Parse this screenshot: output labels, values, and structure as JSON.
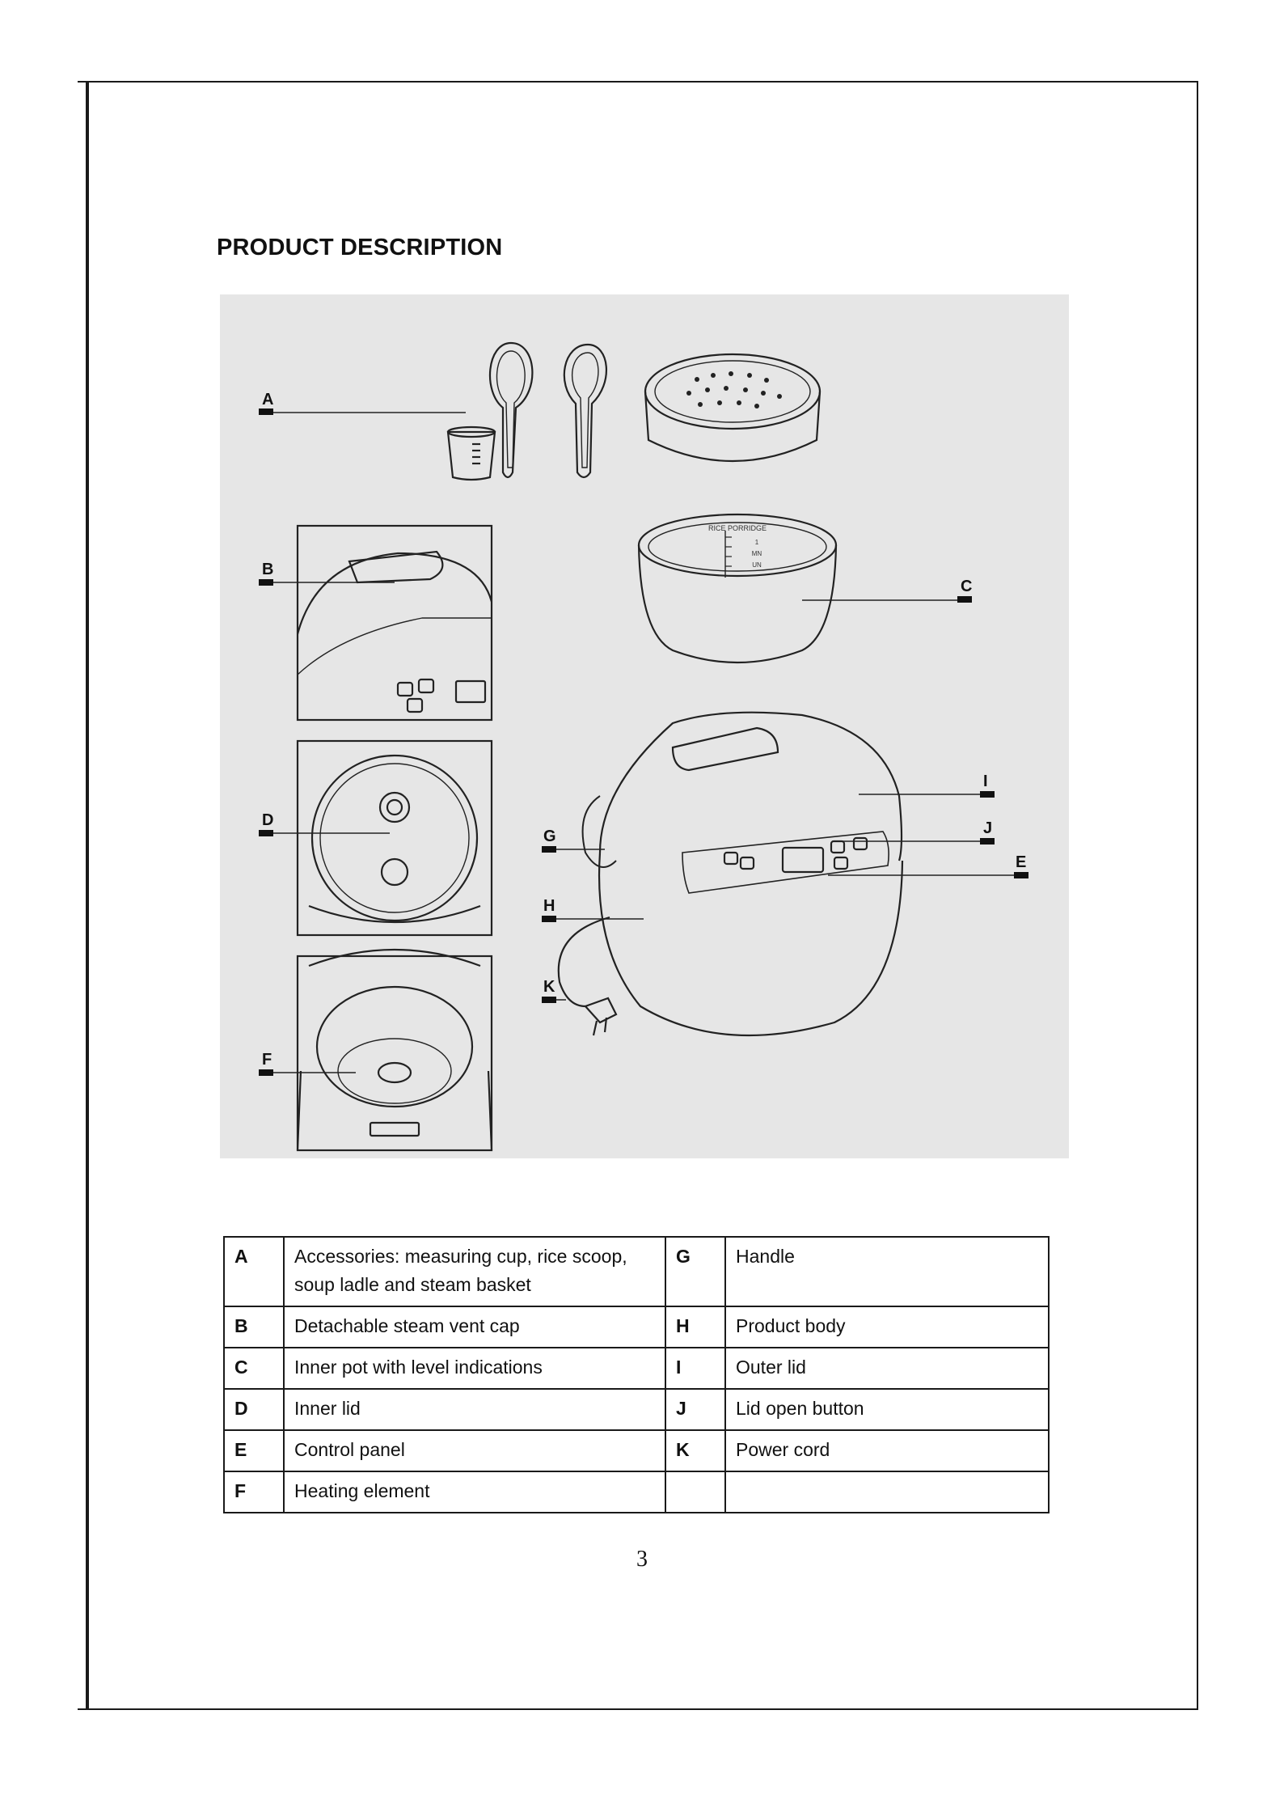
{
  "heading": "PRODUCT DESCRIPTION",
  "figure": {
    "callouts": [
      "A",
      "B",
      "C",
      "D",
      "E",
      "F",
      "G",
      "H",
      "I",
      "J",
      "K"
    ],
    "pot_markings": {
      "header": "RICE PORRIDGE",
      "side_labels": [
        "1",
        "MN",
        "UN"
      ]
    }
  },
  "parts": [
    {
      "left_key": "A",
      "left_desc": "Accessories: measuring cup, rice scoop, soup ladle and steam basket",
      "right_key": "G",
      "right_desc": "Handle"
    },
    {
      "left_key": "B",
      "left_desc": "Detachable steam vent cap",
      "right_key": "H",
      "right_desc": "Product body"
    },
    {
      "left_key": "C",
      "left_desc": "Inner pot with level indications",
      "right_key": "I",
      "right_desc": "Outer lid"
    },
    {
      "left_key": "D",
      "left_desc": "Inner lid",
      "right_key": "J",
      "right_desc": "Lid open button"
    },
    {
      "left_key": "E",
      "left_desc": "Control panel",
      "right_key": "K",
      "right_desc": "Power cord"
    },
    {
      "left_key": "F",
      "left_desc": "Heating element",
      "right_key": "",
      "right_desc": ""
    }
  ],
  "page_number": "3"
}
